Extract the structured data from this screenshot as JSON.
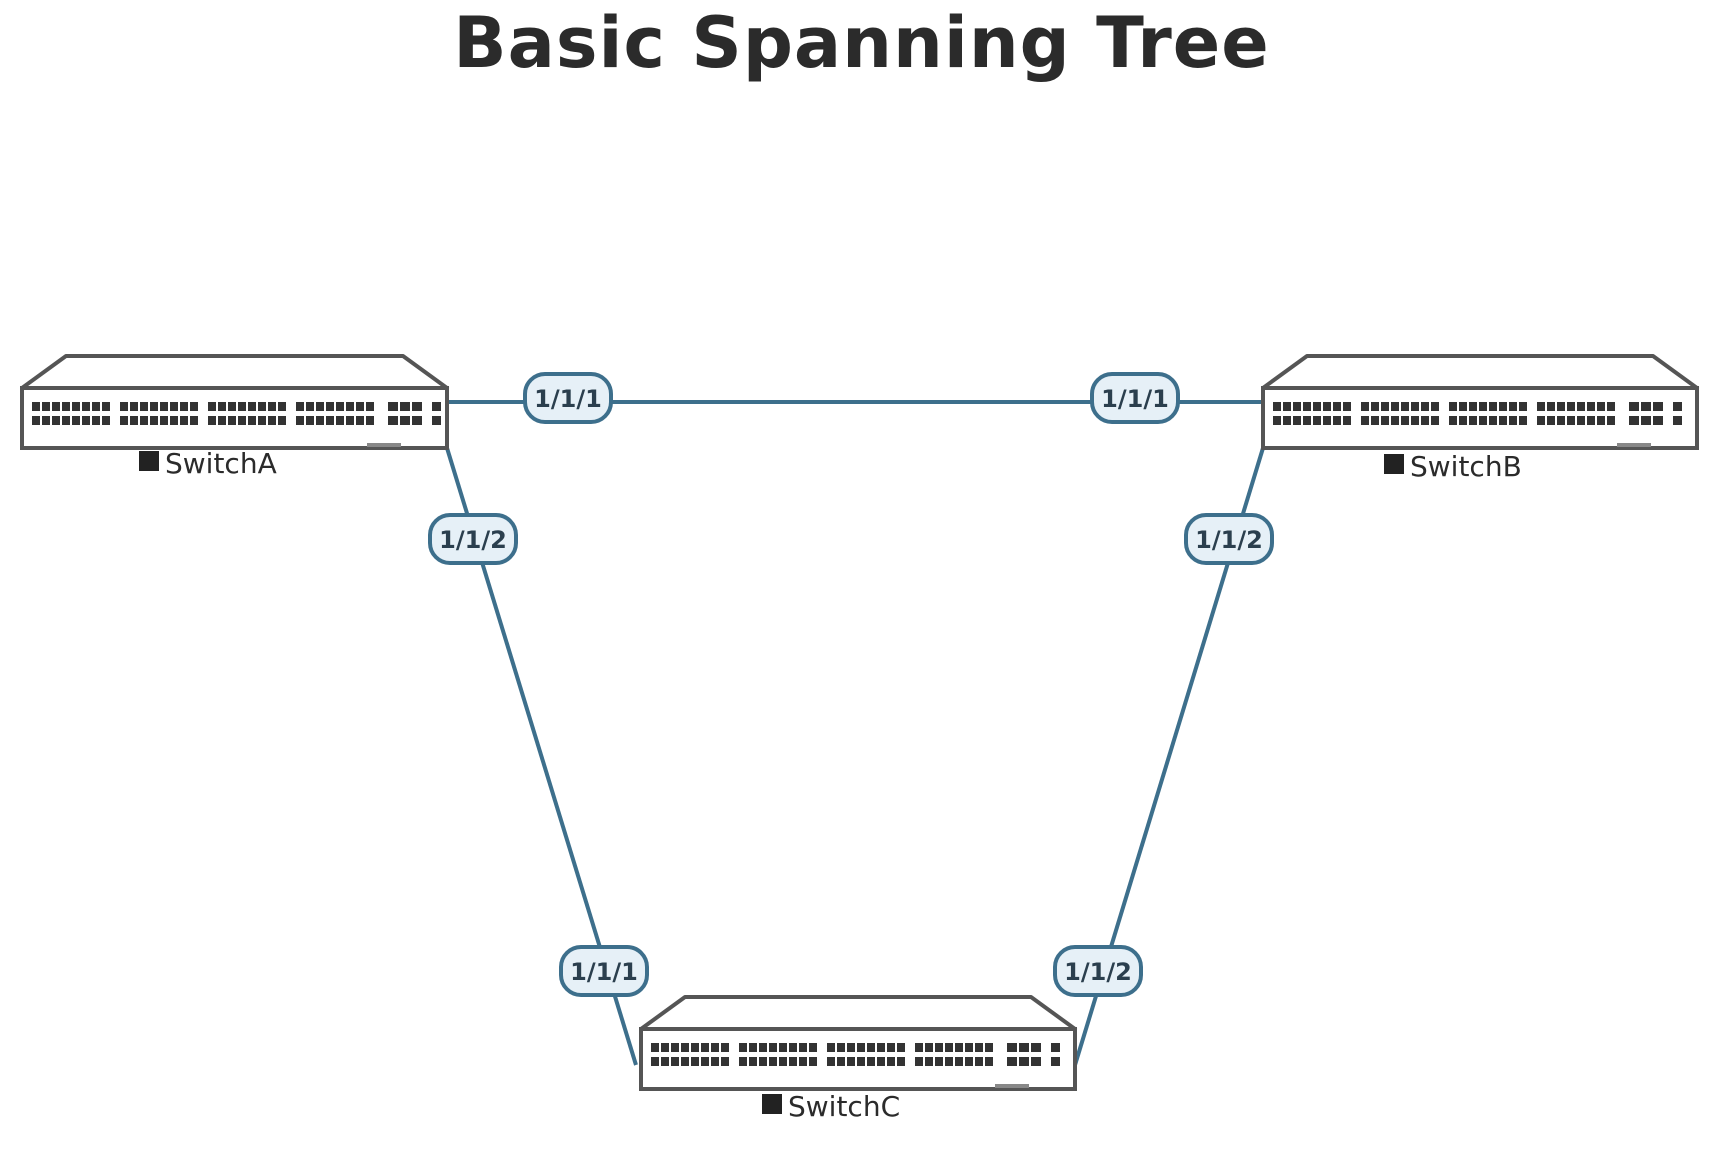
{
  "title": "Basic Spanning Tree",
  "colors": {
    "link": "#3d6f8c",
    "port_fill": "#e6f0f7",
    "switch_stroke": "#555555",
    "label_square": "#222222"
  },
  "switches": [
    {
      "id": "A",
      "name": "SwitchA",
      "icon": "network-switch-icon"
    },
    {
      "id": "B",
      "name": "SwitchB",
      "icon": "network-switch-icon"
    },
    {
      "id": "C",
      "name": "SwitchC",
      "icon": "network-switch-icon"
    }
  ],
  "links": [
    {
      "from": "SwitchA",
      "from_port": "1/1/1",
      "to": "SwitchB",
      "to_port": "1/1/1"
    },
    {
      "from": "SwitchA",
      "from_port": "1/1/2",
      "to": "SwitchC",
      "to_port": "1/1/1"
    },
    {
      "from": "SwitchB",
      "from_port": "1/1/2",
      "to": "SwitchC",
      "to_port": "1/1/2"
    }
  ]
}
